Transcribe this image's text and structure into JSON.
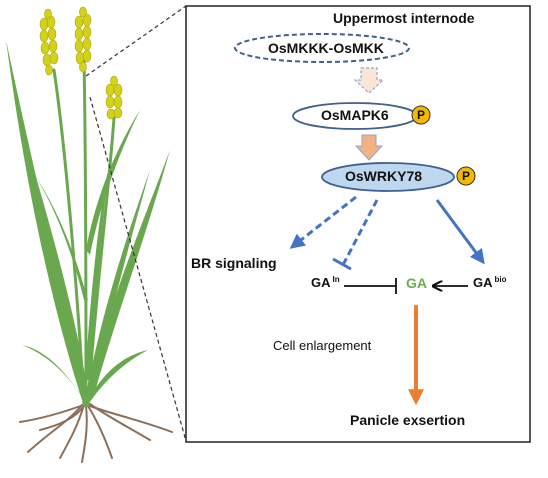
{
  "panel_title": "Uppermost internode",
  "nodes": {
    "mkkk": "OsMKKK-OsMKK",
    "mapk6": "OsMAPK6",
    "wrky78": "OsWRKY78"
  },
  "phospho_label": "P",
  "outputs": {
    "br_signaling": "BR signaling",
    "ga_in": "GA",
    "ga_in_sup": "In",
    "ga": "GA",
    "ga_bio": "GA",
    "ga_bio_sup": "bio",
    "cell_enlargement": "Cell enlargement",
    "panicle_exsertion": "Panicle exsertion"
  },
  "colors": {
    "blue": "#4472c4",
    "orange": "#ed7d31",
    "light_orange": "#f4b183",
    "ga_green": "#6ab04c",
    "phospho_yellow": "#f5b800",
    "wrky_fill": "#bdd7ee",
    "leaf_green": "#6aa84f",
    "grain_yellow": "#d4d11a",
    "root_brown": "#8b6f5a"
  }
}
